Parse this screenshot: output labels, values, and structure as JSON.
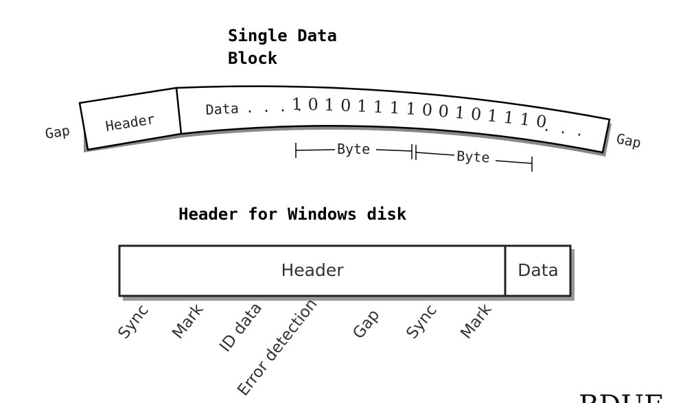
{
  "top_title_line1": "Single Data",
  "top_title_line2": "Block",
  "block": {
    "gap_left": "Gap",
    "gap_right": "Gap",
    "header_label": "Header",
    "data_label": "Data",
    "dots_leading": ". . . .",
    "bits": [
      "1",
      "0",
      "1",
      "0",
      "1",
      "1",
      "1",
      "1",
      "0",
      "0",
      "1",
      "0",
      "1",
      "1",
      "1",
      "0"
    ],
    "dots_trailing": ". . .",
    "byte_label_1": "Byte",
    "byte_label_2": "Byte"
  },
  "header_title": "Header for Windows disk",
  "header_bar": {
    "header_label": "Header",
    "data_label": "Data"
  },
  "fields": [
    "Sync",
    "Mark",
    "ID data",
    "Error detection",
    "Gap",
    "Sync",
    "Mark"
  ],
  "corner_text": "BDUF"
}
